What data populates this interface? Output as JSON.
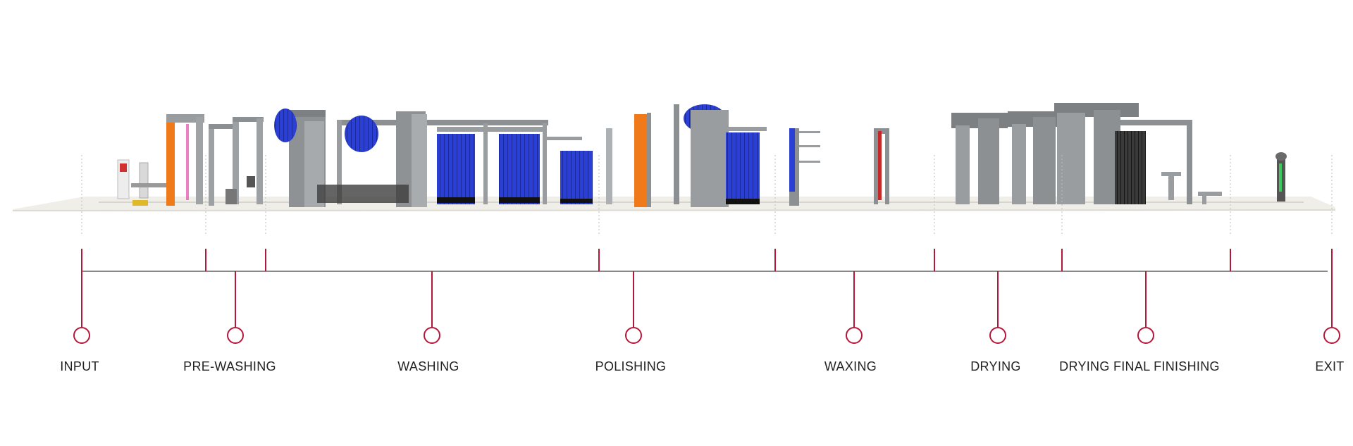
{
  "stages": [
    {
      "id": "input",
      "label": "INPUT"
    },
    {
      "id": "pre-washing",
      "label": "PRE-WASHING"
    },
    {
      "id": "washing",
      "label": "WASHING"
    },
    {
      "id": "polishing",
      "label": "POLISHING"
    },
    {
      "id": "waxing",
      "label": "WAXING"
    },
    {
      "id": "drying",
      "label": "DRYING"
    },
    {
      "id": "drying-final",
      "label": "DRYING FINAL FINISHING"
    },
    {
      "id": "exit",
      "label": "EXIT"
    }
  ],
  "colors": {
    "accent": "#b5173a",
    "line": "#8a8a8a",
    "brush_blue": "#2336c8",
    "frame_gray": "#8c8f92",
    "orange": "#f07a1a",
    "floor": "#efeee9"
  }
}
